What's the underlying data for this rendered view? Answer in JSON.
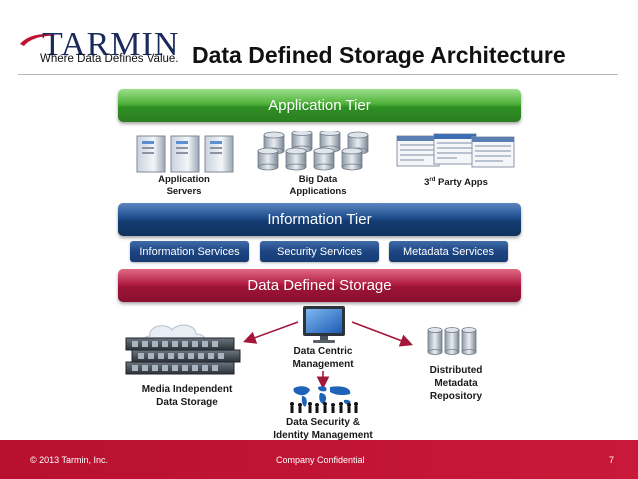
{
  "header": {
    "logo_text": "TARMIN",
    "tagline": "Where Data Defines Value.",
    "title": "Data Defined Storage Architecture"
  },
  "tiers": {
    "application": "Application Tier",
    "information": "Information Tier",
    "storage": "Data Defined Storage"
  },
  "services": [
    "Information Services",
    "Security Services",
    "Metadata Services"
  ],
  "app_items": {
    "servers": [
      "Application",
      "Servers"
    ],
    "bigdata": [
      "Big Data",
      "Applications"
    ],
    "thirdparty_num": "3",
    "thirdparty_sup": "rd",
    "thirdparty_rest": " Party Apps"
  },
  "storage_items": {
    "media": [
      "Media Independent",
      "Data Storage"
    ],
    "centric": [
      "Data Centric",
      "Management"
    ],
    "metadata": [
      "Distributed",
      "Metadata",
      "Repository"
    ],
    "security": [
      "Data Security &",
      "Identity Management"
    ]
  },
  "footer": {
    "copyright": "© 2013 Tarmin, Inc.",
    "confidential": "Company Confidential",
    "page": "7"
  },
  "colors": {
    "app_tier": "#3a9a2c",
    "info_tier": "#1a4585",
    "storage_tier": "#a3173a",
    "arrow": "#a3173a",
    "footer": "#c0132f"
  }
}
